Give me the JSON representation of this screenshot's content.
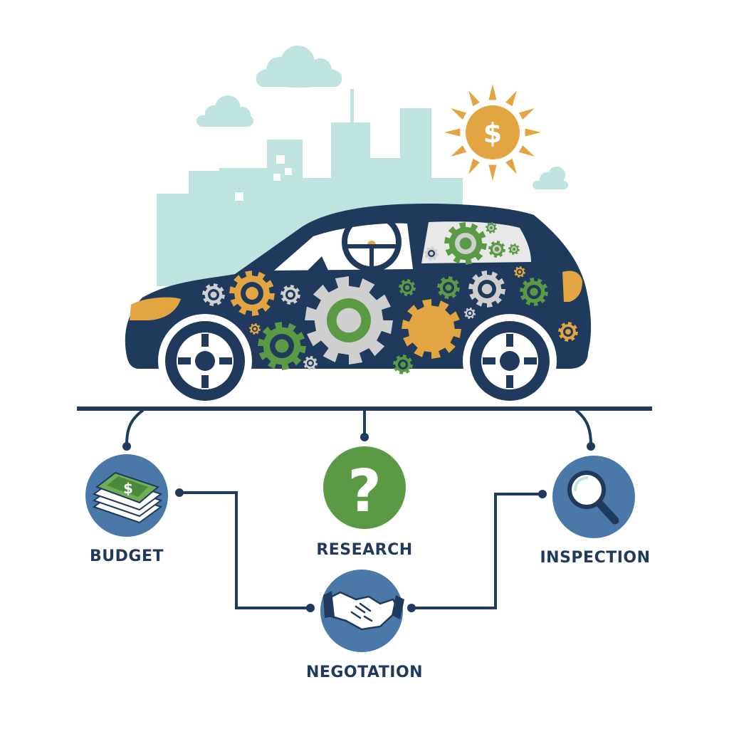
{
  "steps": [
    {
      "id": "budget",
      "label": "BUDGET",
      "icon": "money-stack-icon"
    },
    {
      "id": "research",
      "label": "RESEARCH",
      "icon": "question-mark-icon"
    },
    {
      "id": "inspection",
      "label": "INSPECTION",
      "icon": "magnifying-glass-icon"
    },
    {
      "id": "negotiation",
      "label": "NEGOTATION",
      "icon": "handshake-icon"
    }
  ],
  "symbols": {
    "sun": "$",
    "money": "$",
    "question": "?"
  },
  "colors": {
    "navy": "#1f3a5c",
    "blue": "#4a78a8",
    "green": "#5b9a45",
    "orange": "#e3a542",
    "sky": "#bfe3df",
    "gear_gray": "#cfcfcf",
    "text": "#1f3a5c"
  }
}
